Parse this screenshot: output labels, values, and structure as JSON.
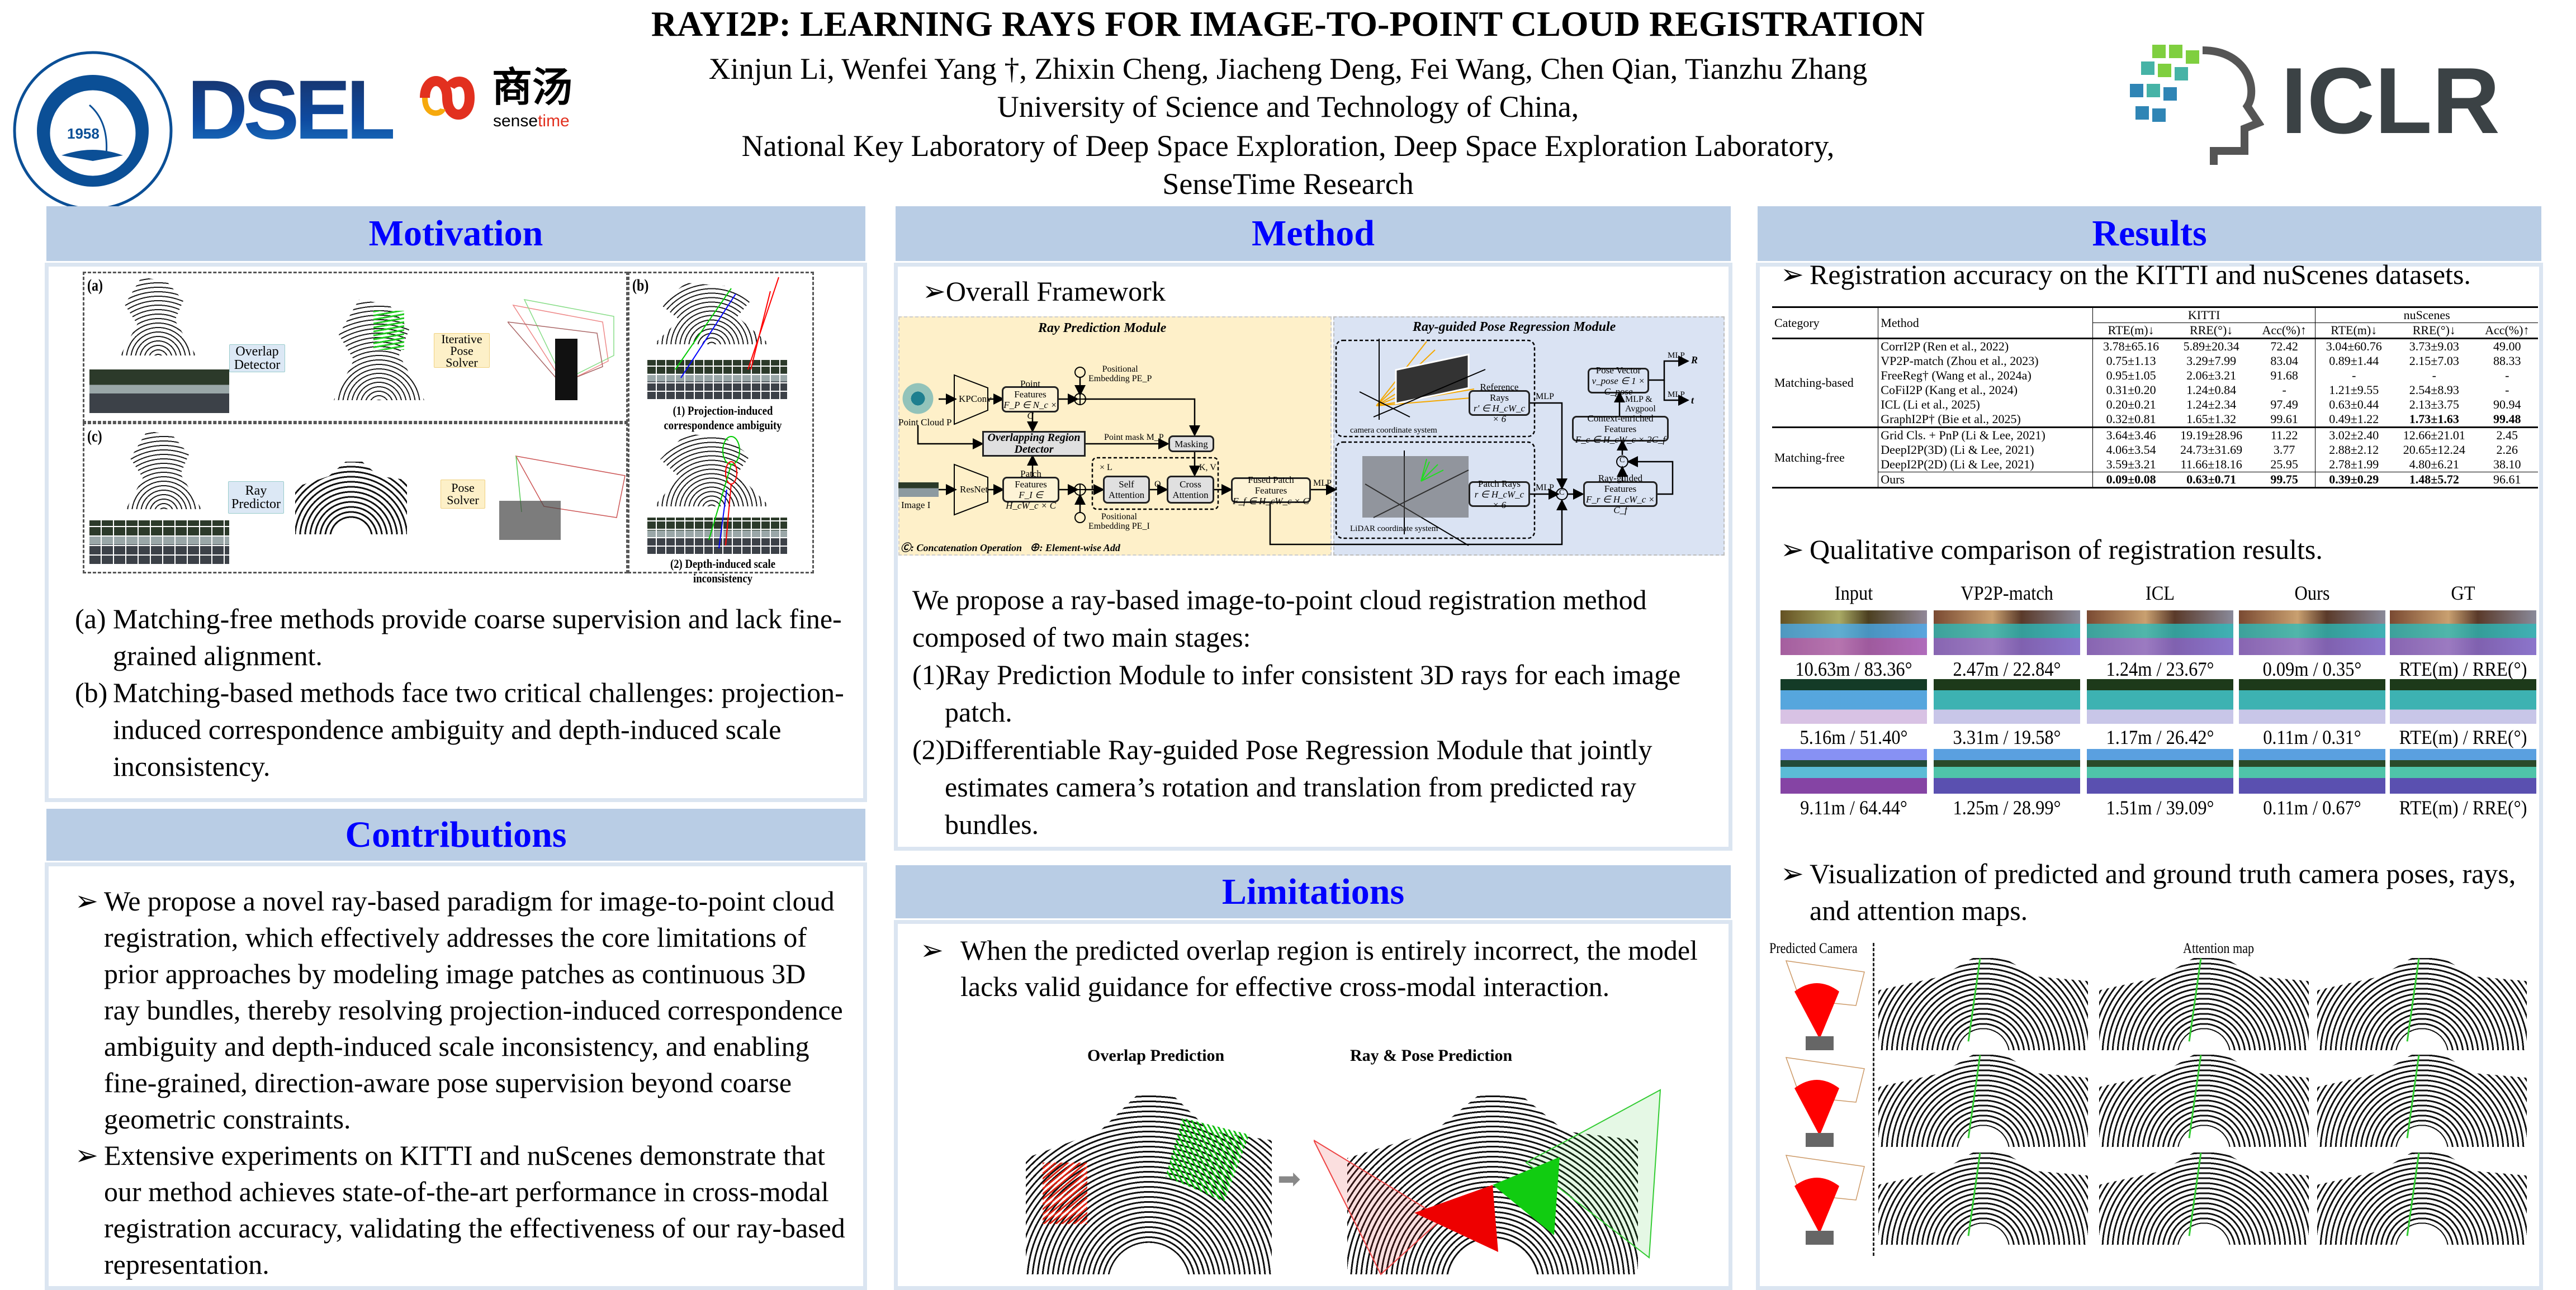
{
  "header": {
    "title": "RAYI2P: LEARNING RAYS FOR IMAGE-TO-POINT CLOUD REGISTRATION",
    "authors": "Xinjun Li, Wenfei Yang †, Zhixin Cheng, Jiacheng Deng, Fei Wang, Chen Qian,  Tianzhu Zhang",
    "affiliations": [
      "University of Science and Technology of China,",
      "National Key Laboratory of Deep Space Exploration, Deep Space Exploration Laboratory,",
      "SenseTime Research"
    ]
  },
  "logos": {
    "ustc_year": "1958",
    "ustc_name": "University of Science and Technology of China",
    "dsel": "DSEL",
    "sensetime_cn": "商汤",
    "sensetime_a": "sense",
    "sensetime_b": "time",
    "iclr": "ICLR"
  },
  "colors": {
    "section_header_bg": "#b9cde5",
    "section_title": "#0000ff",
    "panel_border": "#dbe5f1"
  },
  "motivation": {
    "title": "Motivation",
    "figure": {
      "a": "(a)",
      "b": "(b)",
      "c": "(c)",
      "overlap_detector": [
        "Overlap",
        "Detector"
      ],
      "iterative_pose_solver": [
        "Iterative",
        "Pose",
        "Solver"
      ],
      "ray_predictor": [
        "Ray",
        "Predictor"
      ],
      "pose_solver": [
        "Pose",
        "Solver"
      ],
      "caption1": "(1) Projection-induced correspondence ambiguity",
      "caption2": "(2) Depth-induced scale inconsistency"
    },
    "items": [
      {
        "marker": "(a)",
        "text": "Matching-free methods provide coarse supervision and lack fine-grained alignment."
      },
      {
        "marker": "(b)",
        "text": "Matching-based methods face two critical challenges: projection-induced correspondence ambiguity and depth-induced scale inconsistency."
      }
    ]
  },
  "contributions": {
    "title": "Contributions",
    "items": [
      "We propose a novel ray-based paradigm for image-to-point cloud registration, which effectively addresses the core limitations of prior approaches by modeling image patches as continuous 3D ray bundles, thereby resolving projection-induced correspondence ambiguity and depth-induced scale inconsistency, and enabling fine-grained, direction-aware pose supervision beyond coarse geometric constraints.",
      "Extensive experiments on KITTI and nuScenes demonstrate that our method achieves state-of-the-art performance in cross-modal registration accuracy, validating the effectiveness of our ray-based representation."
    ]
  },
  "method": {
    "title": "Method",
    "subtitle": "Overall Framework",
    "diagram": {
      "left_title": "Ray Prediction Module",
      "right_title": "Ray-guided Pose Regression Module",
      "point_cloud": "Point Cloud P",
      "image": "Image I",
      "kpconv": "KPConv",
      "resnet": "ResNet",
      "point_features": [
        "Point Features",
        "F_P ∈ N_c × C"
      ],
      "patch_features": [
        "Patch Features",
        "F_I ∈ H_cW_c × C"
      ],
      "pe_p": [
        "Positional",
        "Embedding PE_P"
      ],
      "pe_i": [
        "Positional",
        "Embedding PE_I"
      ],
      "overlap_detector": [
        "Overlapping Region",
        "Detector"
      ],
      "point_mask": "Point mask M_P",
      "masking": "Masking",
      "times_l": "× L",
      "q": "Q",
      "kv": "K, V",
      "self_attention": [
        "Self",
        "Attention"
      ],
      "cross_attention": [
        "Cross",
        "Attention"
      ],
      "fused": [
        "Fused Patch Features",
        "F_f ∈ H_cW_c × C"
      ],
      "mlp": "MLP",
      "camera_cs": "camera coordinate system",
      "lidar_cs": "LiDAR coordinate system",
      "reference_rays": [
        "Reference Rays",
        "r' ∈ H_cW_c × 6"
      ],
      "patch_rays": [
        "Patch Rays",
        "r ∈ H_cW_c × 6"
      ],
      "ray_guided": [
        "Ray-guided Features",
        "F_r ∈ H_cW_c × C_f"
      ],
      "context": [
        "Context-enriched Features",
        "F_c ∈ H_cW_c × 2C_f"
      ],
      "mlp_avgpool": [
        "MLP &",
        "Avgpool"
      ],
      "pose_vector": [
        "Pose Vector",
        "v_pose ∈ 1 × C_pose"
      ],
      "out_r": "R",
      "out_t": "t",
      "legend_concat": ": Concatenation Operation",
      "legend_add": ": Element-wise Add",
      "concat_symbol": "C"
    },
    "intro": "We propose a ray-based image-to-point cloud registration method composed of two main stages:",
    "stages": [
      {
        "marker": "(1)",
        "text": "Ray Prediction Module to infer consistent 3D rays for each image patch."
      },
      {
        "marker": "(2)",
        "text": "Differentiable Ray-guided Pose Regression Module that jointly estimates camera’s rotation and translation from predicted ray bundles."
      }
    ]
  },
  "limitations": {
    "title": "Limitations",
    "text": "When the predicted overlap region is entirely incorrect, the model lacks valid guidance for effective cross-modal interaction.",
    "fig_left": "Overlap Prediction",
    "fig_right": "Ray & Pose Prediction"
  },
  "results": {
    "title": "Results",
    "bullet1": "Registration accuracy on the KITTI and nuScenes datasets.",
    "bullet2": "Qualitative comparison of registration results.",
    "bullet3": "Visualization of predicted and ground truth camera poses, rays, and attention maps.",
    "table": {
      "headers": {
        "category": "Category",
        "method": "Method",
        "kitti": "KITTI",
        "nuscenes": "nuScenes",
        "rte": "RTE(m)↓",
        "rre": "RRE(°)↓",
        "acc": "Acc(%)↑"
      },
      "groups": [
        {
          "category": "Matching-based",
          "rows": [
            {
              "method": "CorrI2P (Ren et al., 2022)",
              "cells": [
                "3.78±65.16",
                "5.89±20.34",
                "72.42",
                "3.04±60.76",
                "3.73±9.03",
                "49.00"
              ],
              "bold": [],
              "bold_std": []
            },
            {
              "method": "VP2P-match (Zhou et al., 2023)",
              "cells": [
                "0.75±1.13",
                "3.29±7.99",
                "83.04",
                "0.89±1.44",
                "2.15±7.03",
                "88.33"
              ],
              "bold": [],
              "bold_std": []
            },
            {
              "method": "FreeReg† (Wang et al., 2024a)",
              "cells": [
                "0.95±1.05",
                "2.06±3.21",
                "91.68",
                "-",
                "-",
                "-"
              ],
              "bold": [],
              "bold_std": []
            },
            {
              "method": "CoFiI2P (Kang et al., 2024)",
              "cells": [
                "0.31±0.20",
                "1.24±0.84",
                "-",
                "1.21±9.55",
                "2.54±8.93",
                "-"
              ],
              "bold": [],
              "bold_std": []
            },
            {
              "method": "ICL (Li et al., 2025)",
              "cells": [
                "0.20±0.21",
                "1.24±2.34",
                "97.49",
                "0.63±0.44",
                "2.13±3.75",
                "90.94"
              ],
              "bold": [],
              "bold_std": []
            },
            {
              "method": "GraphI2P† (Bie et al., 2025)",
              "cells": [
                "0.32±0.81",
                "1.65±1.32",
                "99.61",
                "0.49±1.22",
                "1.73±1.63",
                "99.48"
              ],
              "bold": [
                5
              ],
              "bold_std": [
                4
              ]
            }
          ]
        },
        {
          "category": "Matching-free",
          "rows": [
            {
              "method": "Grid Cls. + PnP (Li & Lee, 2021)",
              "cells": [
                "3.64±3.46",
                "19.19±28.96",
                "11.22",
                "3.02±2.40",
                "12.66±21.01",
                "2.45"
              ],
              "bold": [],
              "bold_std": []
            },
            {
              "method": "DeepI2P(3D) (Li & Lee, 2021)",
              "cells": [
                "4.06±3.54",
                "24.73±31.69",
                "3.77",
                "2.88±2.12",
                "20.65±12.24",
                "2.26"
              ],
              "bold": [],
              "bold_std": []
            },
            {
              "method": "DeepI2P(2D) (Li & Lee, 2021)",
              "cells": [
                "3.59±3.21",
                "11.66±18.16",
                "25.95",
                "2.78±1.99",
                "4.80±6.21",
                "38.10"
              ],
              "bold": [],
              "bold_std": []
            },
            {
              "method": "Ours",
              "cells": [
                "0.09±0.08",
                "0.63±0.71",
                "99.75",
                "0.39±0.29",
                "1.48±5.72",
                "96.61"
              ],
              "bold": [
                0,
                1,
                2,
                3
              ],
              "bold_mean": [
                4
              ],
              "bold_std": [],
              "separator": true
            }
          ]
        }
      ]
    },
    "qualitative": {
      "columns": [
        "Input",
        "VP2P-match",
        "ICL",
        "Ours",
        "GT"
      ],
      "rows": [
        [
          "10.63m / 83.36°",
          "2.47m / 22.84°",
          "1.24m / 23.67°",
          "0.09m / 0.35°",
          "RTE(m) / RRE(°)"
        ],
        [
          "5.16m / 51.40°",
          "3.31m / 19.58°",
          "1.17m / 26.42°",
          "0.11m / 0.31°",
          "RTE(m) / RRE(°)"
        ],
        [
          "9.11m / 64.44°",
          "1.25m / 28.99°",
          "1.51m / 39.09°",
          "0.11m / 0.67°",
          "RTE(m) / RRE(°)"
        ]
      ]
    },
    "attention": {
      "predicted_camera": "Predicted Camera",
      "attention_map": "Attention map"
    }
  }
}
